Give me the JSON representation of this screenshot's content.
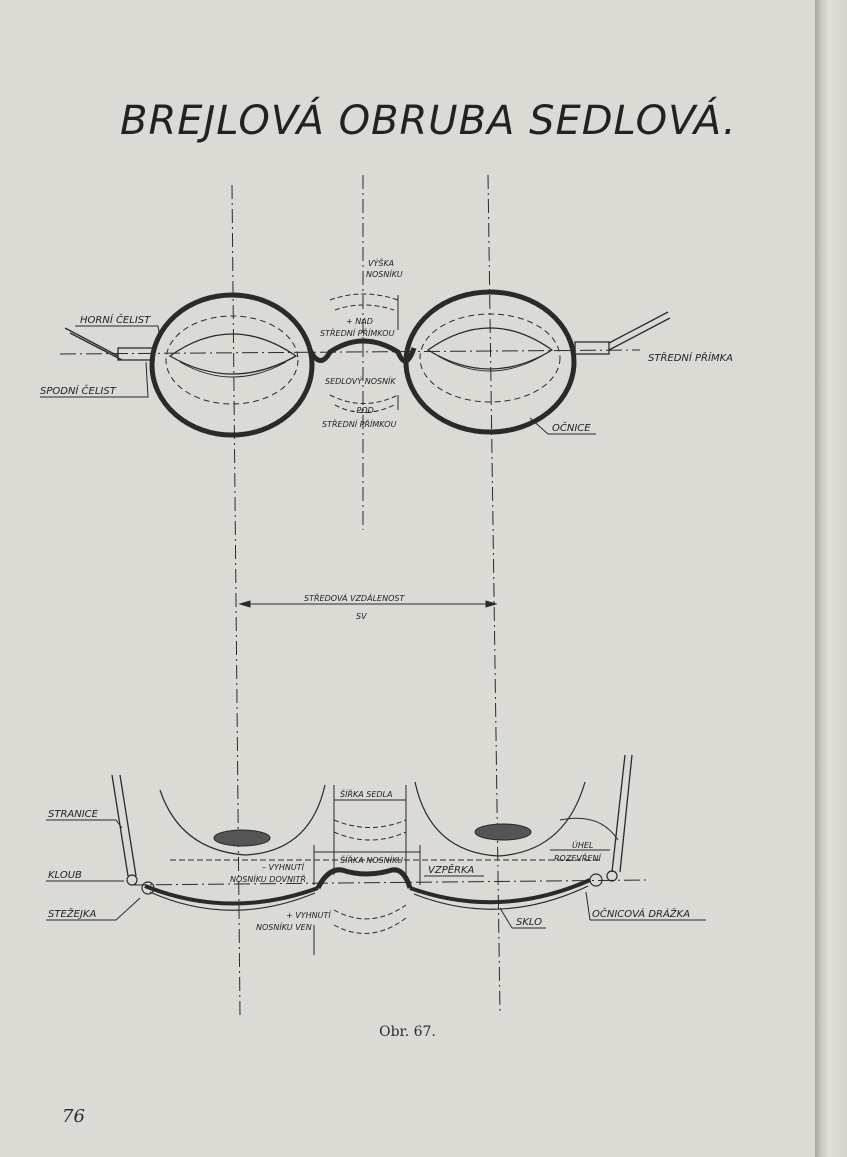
{
  "title": "BREJLOVÁ OBRUBA SEDLOVÁ.",
  "front_view": {
    "vyska_nosniku": [
      "VÝŠKA",
      "NOSNÍKU"
    ],
    "nad_stredni_primkou": [
      "+ NAD",
      "STŘEDNÍ PŘÍMKOU"
    ],
    "sedlovy_nosnik": "SEDLOVÝ NOSNÍK",
    "pod_stredni_primkou": [
      "– POD",
      "STŘEDNÍ PŘÍMKOU"
    ],
    "horni_celist": "HORNÍ ČELIST",
    "spodni_celist": "SPODNÍ ČELIST",
    "stredni_primka": "STŘEDNÍ PŘÍMKA",
    "ocnice": "OČNICE"
  },
  "distance": {
    "label": "STŘEDOVÁ VZDÁLENOST",
    "abbr": "SV"
  },
  "top_view": {
    "stranice": "STRANICE",
    "kloub": "KLOUB",
    "stezejka": "STEŽEJKA",
    "sirka_sedla": "ŠÍŘKA SEDLA",
    "sirka_nosniku": "ŠÍŘKA NOSNÍKU",
    "vyhnuti_dovnitr": [
      "– VYHNUTÍ",
      "NOSNÍKU DOVNITŘ"
    ],
    "vyhnuti_ven": [
      "+ VYHNUTÍ",
      "NOSNÍKU VEN"
    ],
    "vzperka": "VZPĚRKA",
    "sklo": "SKLO",
    "uhel_rozevreni": [
      "ÚHEL",
      "ROZEVŘENÍ"
    ],
    "ocnicova_drazka": "OČNICOVÁ DRÁŽKA"
  },
  "caption": "Obr. 67.",
  "page_number": "76"
}
